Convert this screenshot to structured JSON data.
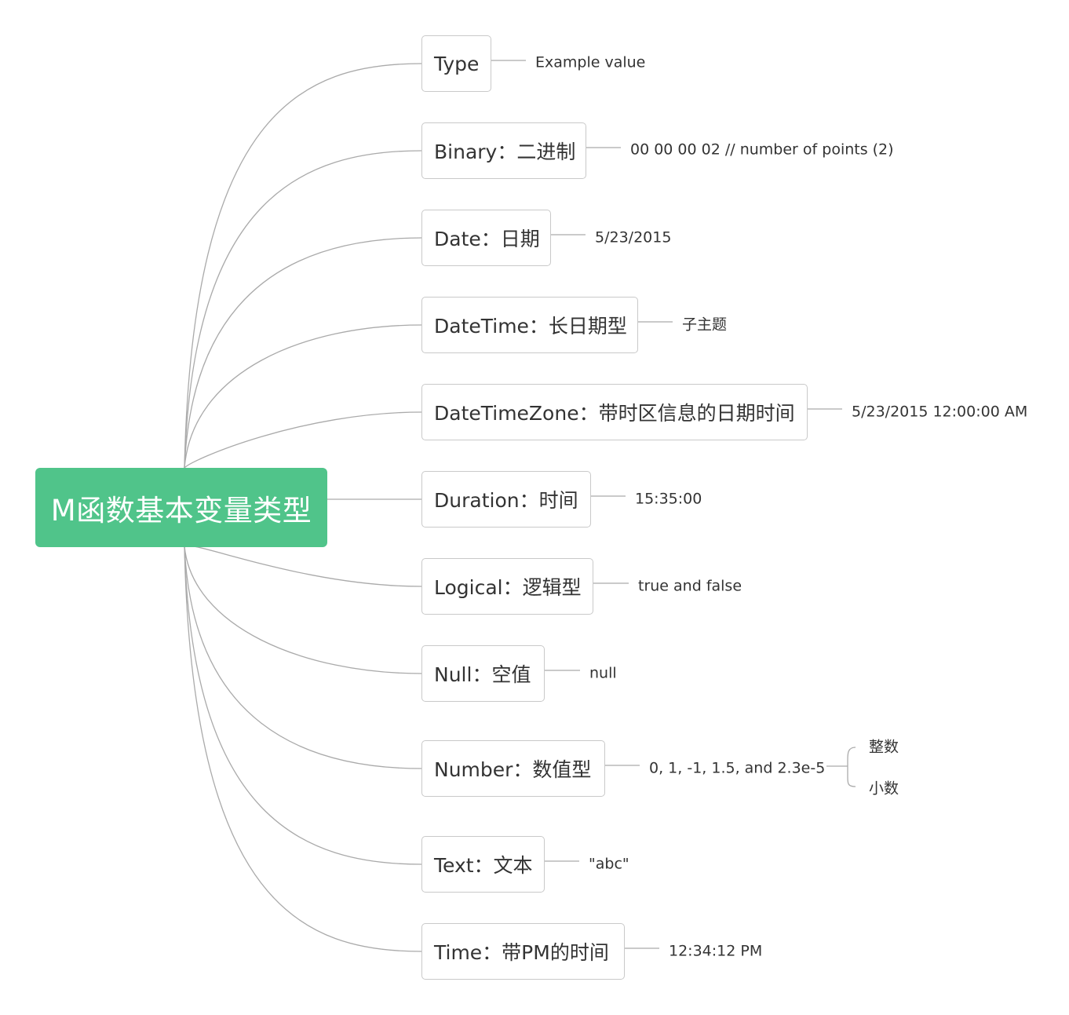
{
  "root": {
    "label": "M函数基本变量类型",
    "color": "#50c48a"
  },
  "branches": [
    {
      "label": "Type",
      "value": "Example value"
    },
    {
      "label": "Binary：二进制",
      "value": "00 00 00 02 // number of points (2)"
    },
    {
      "label": "Date：日期",
      "value": "5/23/2015"
    },
    {
      "label": "DateTime：长日期型",
      "value": "子主题"
    },
    {
      "label": "DateTimeZone：带时区信息的日期时间",
      "value": "5/23/2015 12:00:00 AM"
    },
    {
      "label": "Duration：时间",
      "value": "15:35:00"
    },
    {
      "label": "Logical：逻辑型",
      "value": "true and false"
    },
    {
      "label": "Null：空值",
      "value": "null"
    },
    {
      "label": "Number：数值型",
      "value": "0, 1, -1, 1.5, and 2.3e-5",
      "children": [
        "整数",
        "小数"
      ]
    },
    {
      "label": "Text：文本",
      "value": "\"abc\""
    },
    {
      "label": "Time：带PM的时间",
      "value": "12:34:12 PM"
    }
  ],
  "colors": {
    "line": "#aaaaaa",
    "border": "#c9c9c9",
    "text": "#333333"
  }
}
